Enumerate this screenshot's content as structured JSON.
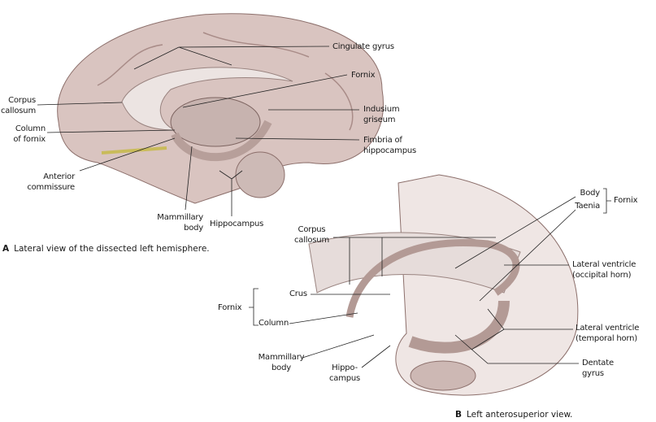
{
  "panel_a": {
    "letter": "A",
    "caption": "Lateral view of the dissected left hemisphere.",
    "labels": {
      "cingulate_gyrus": "Cingulate gyrus",
      "fornix": "Fornix",
      "corpus_callosum_1": "Corpus",
      "corpus_callosum_2": "callosum",
      "column_fornix_1": "Column",
      "column_fornix_2": "of fornix",
      "indusium_1": "Indusium",
      "indusium_2": "griseum",
      "fimbria_1": "Fimbria of",
      "fimbria_2": "hippocampus",
      "anterior_1": "Anterior",
      "anterior_2": "commissure",
      "mammillary_1": "Mammillary",
      "mammillary_2": "body",
      "hippocampus": "Hippocampus"
    }
  },
  "panel_b": {
    "letter": "B",
    "caption": "Left anterosuperior view.",
    "labels": {
      "body": "Body",
      "taenia": "Taenia",
      "fornix_right": "Fornix",
      "corpus_callosum_1": "Corpus",
      "corpus_callosum_2": "callosum",
      "lv_occipital_1": "Lateral ventricle",
      "lv_occipital_2": "(occipital horn)",
      "crus": "Crus",
      "fornix_left": "Fornix",
      "column": "Column",
      "lv_temporal_1": "Lateral ventricle",
      "lv_temporal_2": "(temporal horn)",
      "mammillary_1": "Mammillary",
      "mammillary_2": "body",
      "dentate_1": "Dentate",
      "dentate_2": "gyrus",
      "hippo_1": "Hippo-",
      "hippo_2": "campus"
    }
  }
}
